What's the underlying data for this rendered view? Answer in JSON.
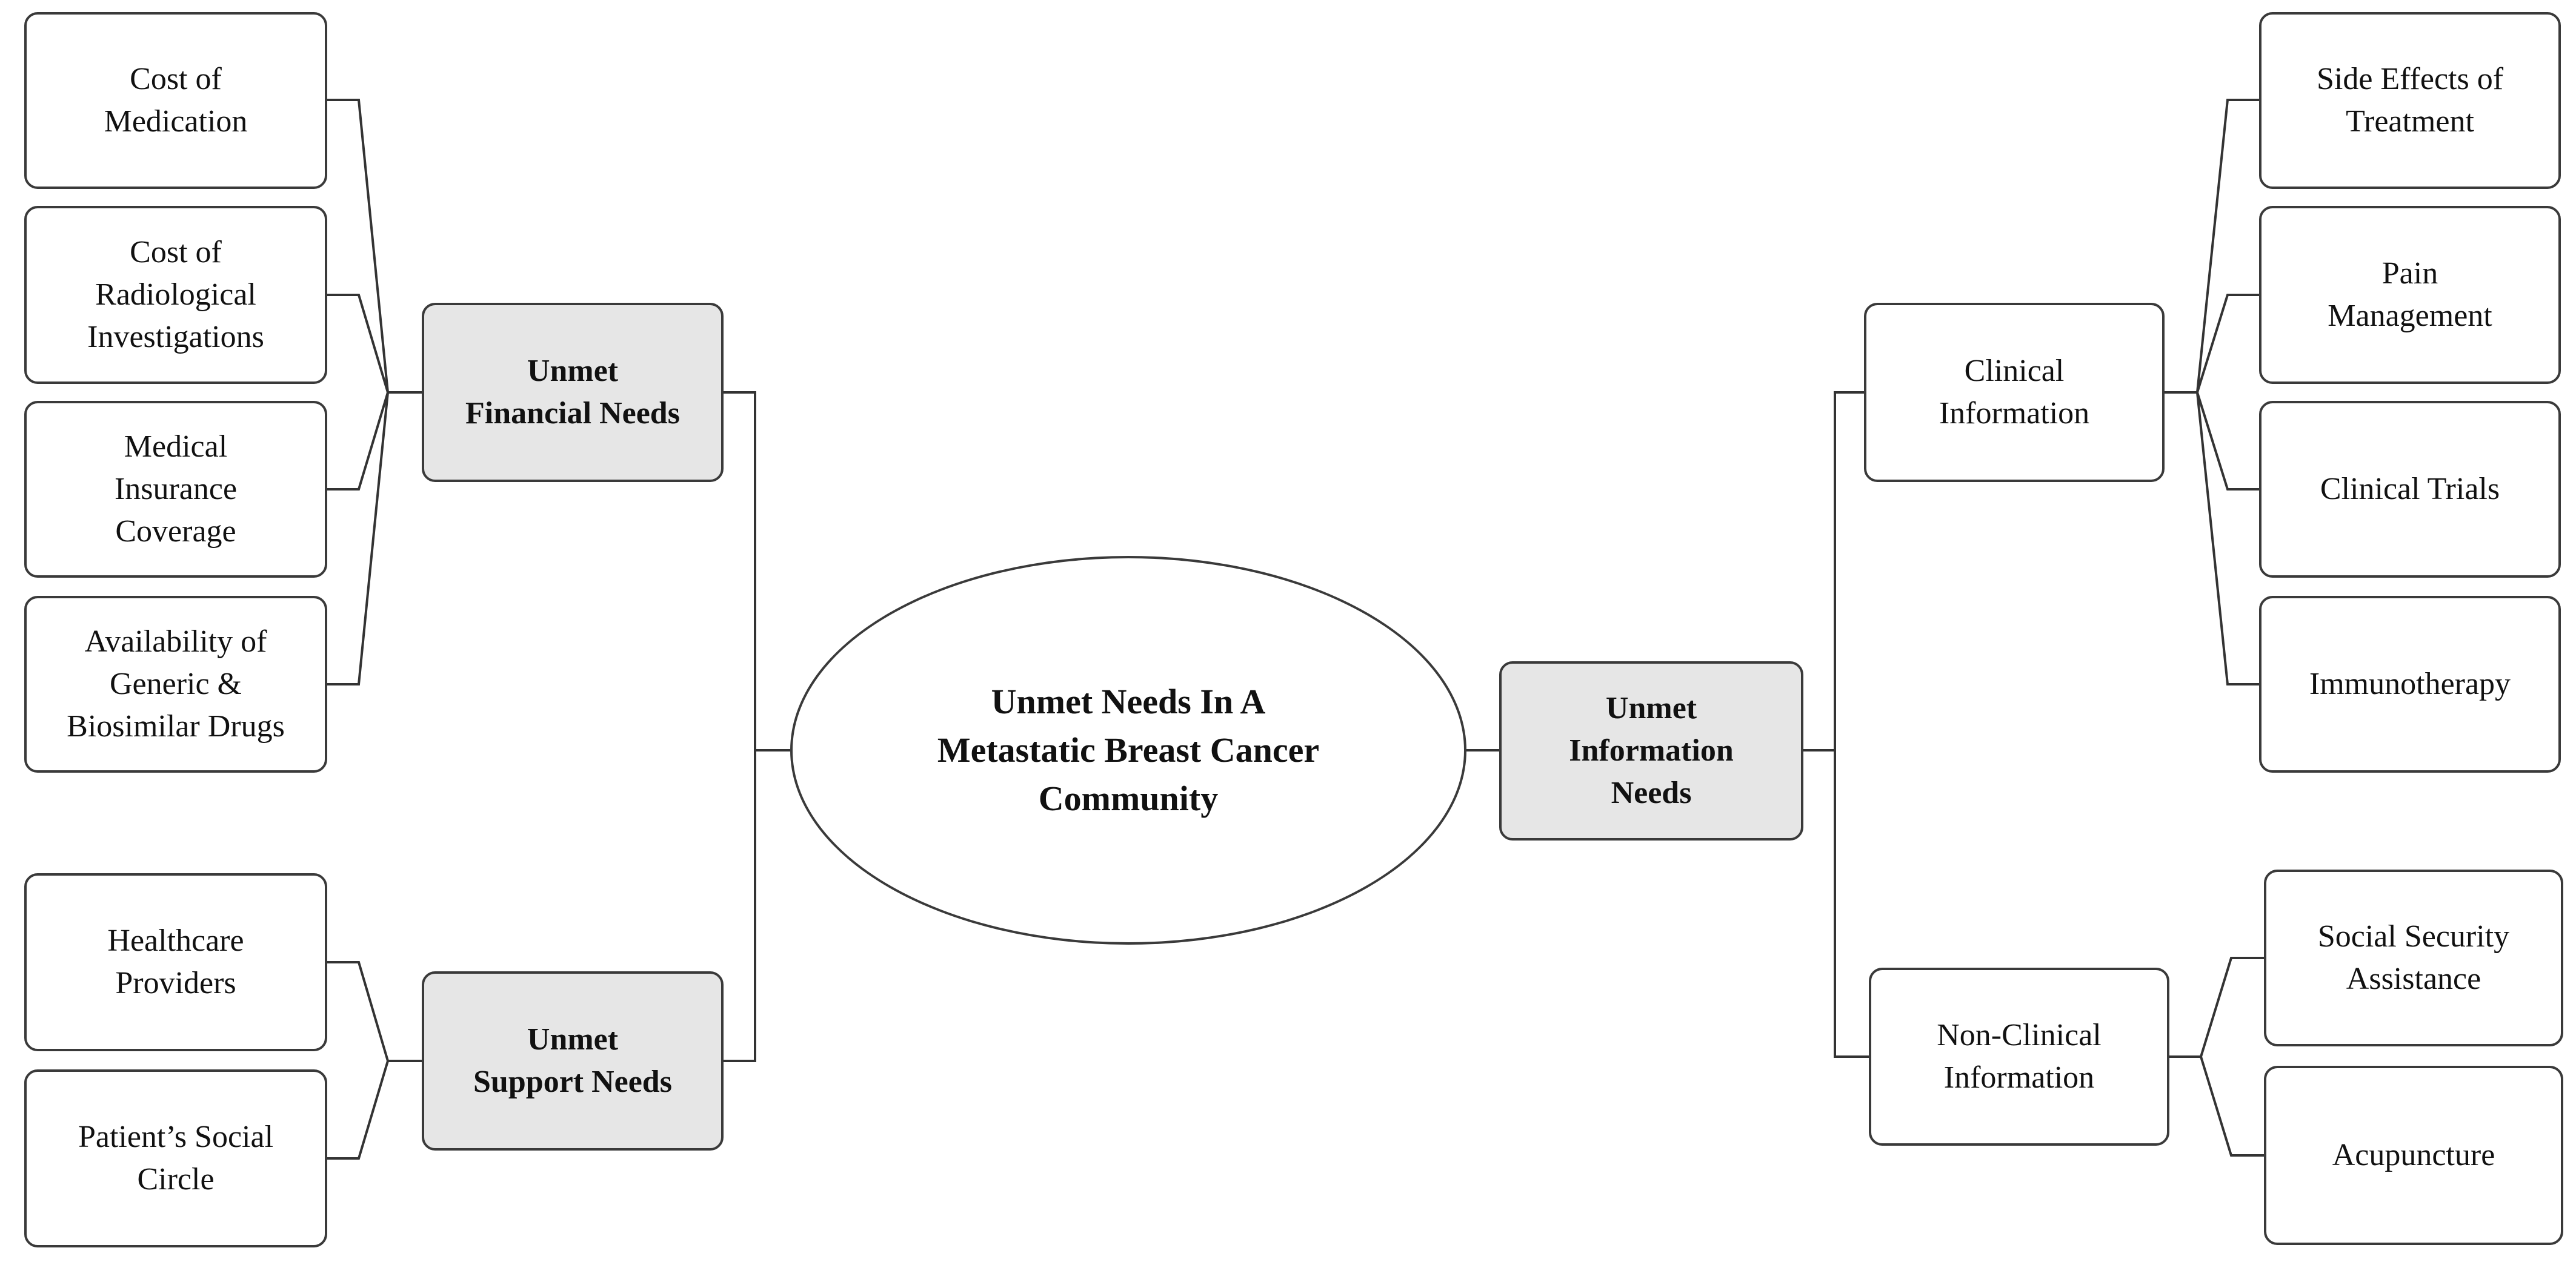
{
  "diagram": {
    "center": "Unmet Needs In A\nMetastatic Breast Cancer\nCommunity",
    "financial": {
      "label": "Unmet\nFinancial Needs",
      "items": [
        "Cost of\nMedication",
        "Cost of\nRadiological\nInvestigations",
        "Medical\nInsurance\nCoverage",
        "Availability of\nGeneric &\nBiosimilar Drugs"
      ]
    },
    "support": {
      "label": "Unmet\nSupport Needs",
      "items": [
        "Healthcare\nProviders",
        "Patient’s Social\nCircle"
      ]
    },
    "information": {
      "label": "Unmet\nInformation\nNeeds",
      "clinical": {
        "label": "Clinical\nInformation",
        "items": [
          "Side Effects of\nTreatment",
          "Pain\nManagement",
          "Clinical Trials",
          "Immunotherapy"
        ]
      },
      "non_clinical": {
        "label": "Non-Clinical\nInformation",
        "items": [
          "Social Security\nAssistance",
          "Acupuncture"
        ]
      }
    }
  },
  "colors": {
    "hub_fill": "#e6e6e6",
    "border": "#3a3a3a",
    "line": "#333333"
  }
}
